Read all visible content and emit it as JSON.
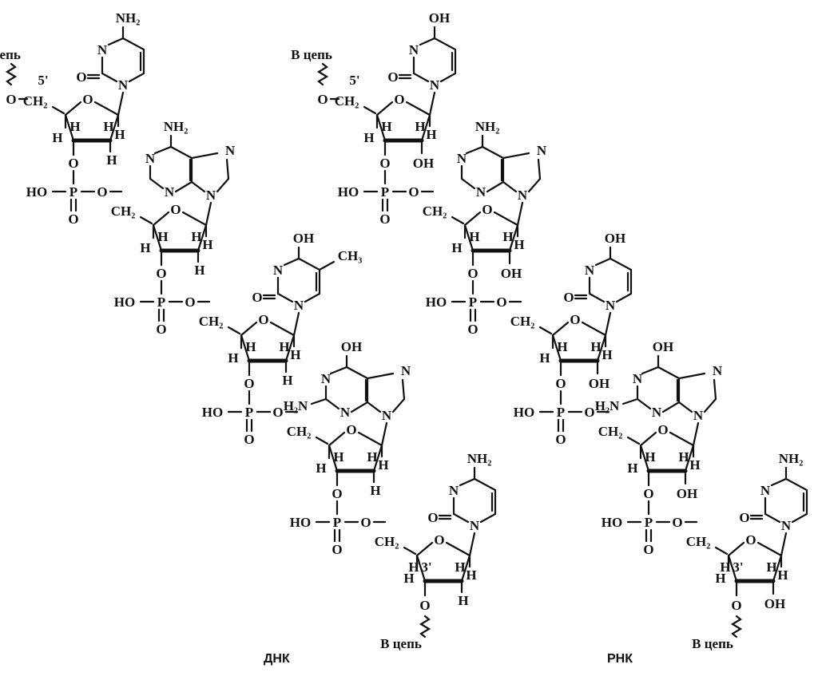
{
  "labels": {
    "dna_caption": "ДНК",
    "rna_caption": "РНК",
    "chain_label": "В цепь",
    "prime5": "5'",
    "prime3": "3'"
  },
  "atoms": {
    "O": "O",
    "H": "H",
    "N": "N",
    "P": "P",
    "OH": "OH",
    "HO": "HO",
    "CH2": "CH₂",
    "CH3": "CH₃",
    "NH2": "NH₂",
    "H2N": "H₂N"
  },
  "dna_bases": [
    "cytosine",
    "adenine",
    "thymine",
    "guanine",
    "cytosine"
  ],
  "rna_bases": [
    "uracil",
    "adenine",
    "uracil",
    "guanine",
    "cytosine"
  ]
}
